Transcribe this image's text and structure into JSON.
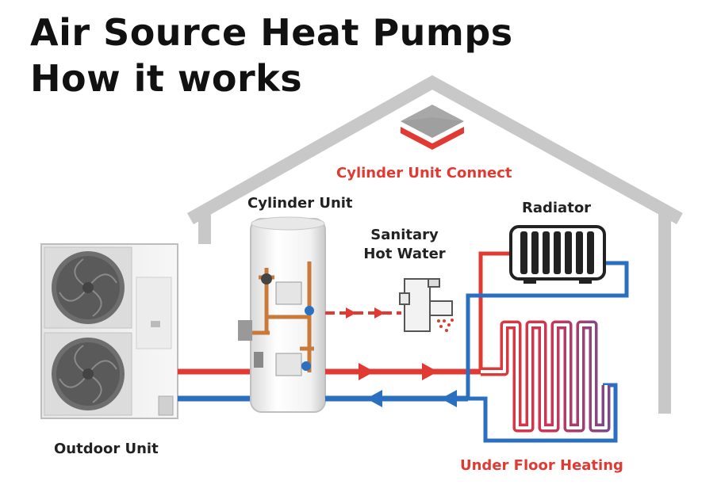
{
  "title": {
    "line1": "Air Source Heat Pumps",
    "line2": "How it works"
  },
  "labels": {
    "cylinder_unit_connect": "Cylinder Unit Connect",
    "cylinder_unit": "Cylinder Unit",
    "sanitary_hot_water_1": "Sanitary",
    "sanitary_hot_water_2": "Hot Water",
    "radiator": "Radiator",
    "outdoor_unit": "Outdoor Unit",
    "under_floor_heating": "Under Floor Heating"
  },
  "colors": {
    "house_outline": "#c8c8c8",
    "hot_pipe": "#e03a32",
    "cold_pipe": "#2a6fc0",
    "accent_red": "#e03a32",
    "text_dark": "#222222"
  },
  "icons": {
    "logo": "stacked-layers-icon"
  }
}
